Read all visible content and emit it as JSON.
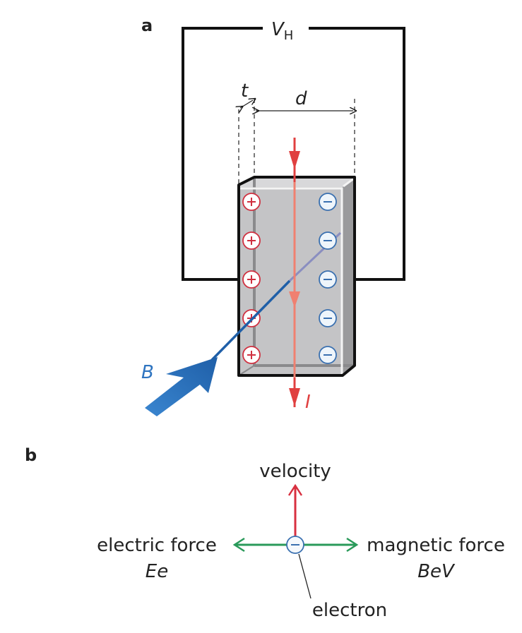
{
  "panel_a": {
    "label": "a",
    "voltage_symbol": "V",
    "voltage_subscript": "H",
    "thickness_label": "t",
    "width_label": "d",
    "field_label": "B",
    "current_label": "I",
    "positive_charge_count": 5,
    "negative_charge_count": 5,
    "positive_symbol": "+",
    "negative_symbol": "−"
  },
  "panel_b": {
    "label": "b",
    "velocity_label": "velocity",
    "electric_force_label": "electric force",
    "electric_force_formula": "Ee",
    "magnetic_force_label": "magnetic force",
    "magnetic_force_formula": "BeV",
    "electron_label": "electron",
    "electron_symbol": "−"
  },
  "colors": {
    "circuit": "#111111",
    "slab_front": "#c2c2c4",
    "slab_side": "#9a9a9c",
    "current": "#e04040",
    "current_inside": "#f08070",
    "field": "#2e74c0",
    "positive": "#d03040",
    "negative": "#3a70b0",
    "velocity": "#d83040",
    "force": "#2a9a5a"
  }
}
